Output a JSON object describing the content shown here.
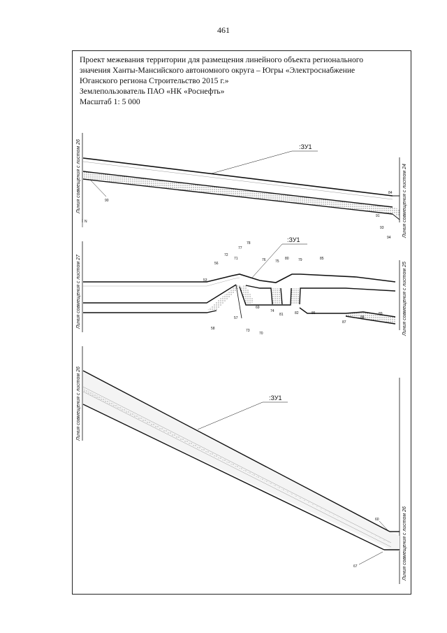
{
  "page_number": "461",
  "header": {
    "line1": "Проект межевания территории для размещения линейного объекта регионального",
    "line2": "значения Ханты-Мансийского автономного округа – Югры «Электроснабжение",
    "line3": "Юганского региона Строительство 2015 г.»",
    "land_user": "Землепользователь ПАО «НК «Роснефть»",
    "scale": "Масштаб 1: 5 000"
  },
  "plot_label": ":ЗУ1",
  "sheet_links": {
    "top_left": "Линия совмещения с листом 26",
    "top_right": "Линия совмещения с листом 24",
    "mid_left": "Линия совмещения с листом 27",
    "mid_right": "Линия совмещения с листом 25",
    "bottom_left": "Линия совмещения с листом 26",
    "bottom_right": "Линия совмещения с листом 26"
  },
  "north_mark": "N",
  "point_numbers": {
    "p90": "90",
    "p84": "84",
    "p91": "91",
    "p93": "93",
    "p94": "94",
    "p77": "77",
    "p78": "78",
    "p72": "72",
    "p71": "71",
    "p56": "56",
    "p76": "76",
    "p75": "75",
    "p80": "80",
    "p79": "79",
    "p85": "85",
    "p53": "53",
    "p74": "74",
    "p81": "81",
    "p82": "82",
    "p86": "86",
    "p69": "69",
    "p57": "57",
    "p73": "73",
    "p70": "70",
    "p58": "58",
    "p87": "87",
    "p88": "88",
    "p89": "89",
    "p60": "60",
    "p67": "67"
  },
  "colors": {
    "line": "#111111",
    "hatch": "#c8c8c8"
  }
}
